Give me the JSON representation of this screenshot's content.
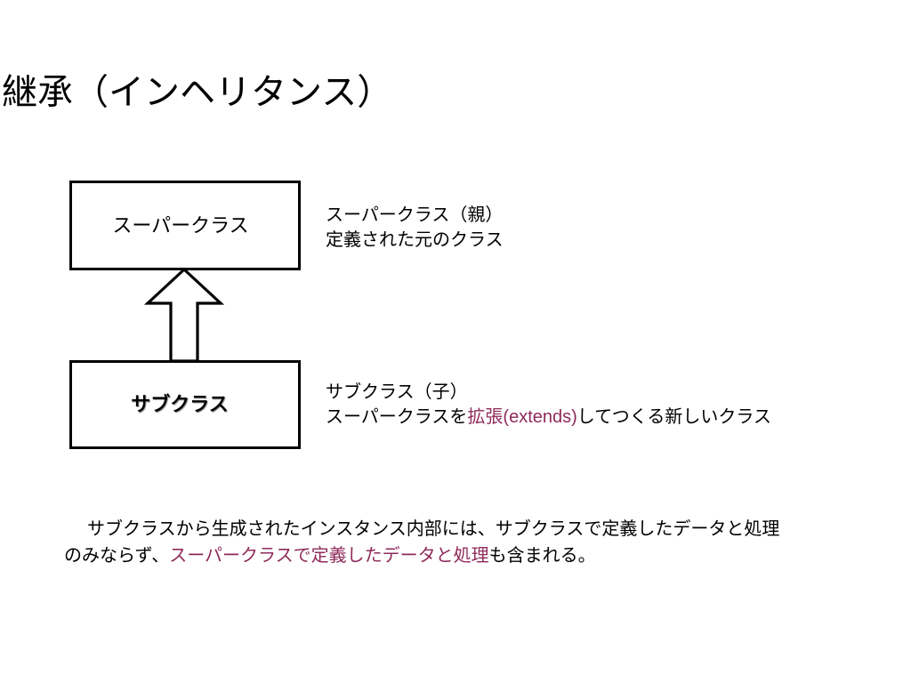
{
  "slide": {
    "title": "継承（インヘリタンス）",
    "background_color": "#ffffff",
    "text_color": "#000000",
    "accent_color": "#8f2a5b"
  },
  "diagram": {
    "type": "uml-generalization",
    "superclass_box": {
      "label": "スーパークラス"
    },
    "subclass_box": {
      "label": "サブクラス"
    },
    "arrow": {
      "name": "generalization-arrow",
      "direction": "up",
      "from": "サブクラス",
      "to": "スーパークラス",
      "style": "hollow-triangle-head"
    }
  },
  "annotations": {
    "superclass_note": {
      "line1": "スーパークラス（親）",
      "line2": "定義された元のクラス"
    },
    "subclass_note": {
      "line1": "サブクラス（子）",
      "line2_prefix": "スーパークラスを",
      "line2_accent": "拡張(extends)",
      "line2_suffix": "してつくる新しいクラス"
    }
  },
  "summary": {
    "line1_indent": "　",
    "line1": "サブクラスから生成されたインスタンス内部には、サブクラスで定義したデータと処理",
    "line2_prefix": "のみならず、",
    "line2_accent": "スーパークラスで定義したデータと処理",
    "line2_suffix": "も含まれる。"
  }
}
